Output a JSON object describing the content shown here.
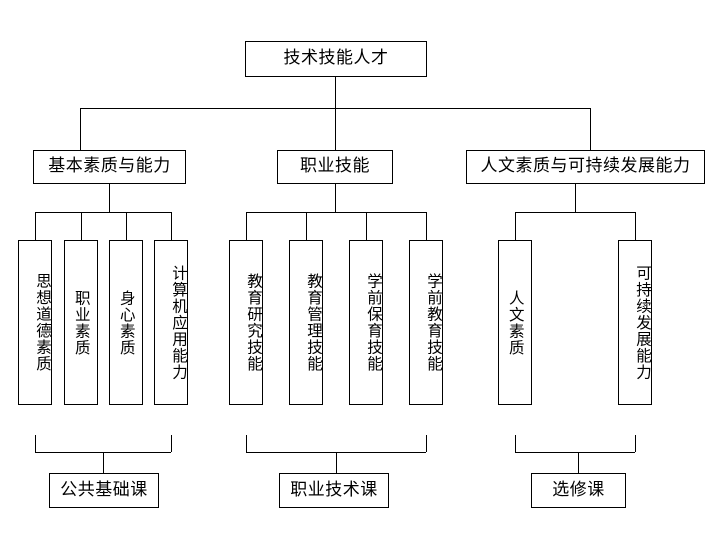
{
  "diagram": {
    "title": "技术技能人才",
    "type": "organizational-tree",
    "colors": {
      "background": "#ffffff",
      "line": "#000000",
      "text": "#000000",
      "box_fill": "#ffffff"
    },
    "root": {
      "label": "技术技能人才"
    },
    "branches": [
      {
        "id": "branch-basic-quality",
        "label": "基本素质与能力",
        "children": [
          {
            "label": "思想道德素质"
          },
          {
            "label": "职业素质"
          },
          {
            "label": "身心素质"
          },
          {
            "label": "计算机应用能力"
          }
        ],
        "course": "公共基础课"
      },
      {
        "id": "branch-vocational-skill",
        "label": "职业技能",
        "children": [
          {
            "label": "教育研究技能"
          },
          {
            "label": "教育管理技能"
          },
          {
            "label": "学前保育技能"
          },
          {
            "label": "学前教育技能"
          }
        ],
        "course": "职业技术课"
      },
      {
        "id": "branch-humanities-sustainable",
        "label": "人文素质与可持续发展能力",
        "children": [
          {
            "label": "人文素质"
          },
          {
            "label": "可持续发展能力"
          }
        ],
        "course": "选修课"
      }
    ]
  }
}
